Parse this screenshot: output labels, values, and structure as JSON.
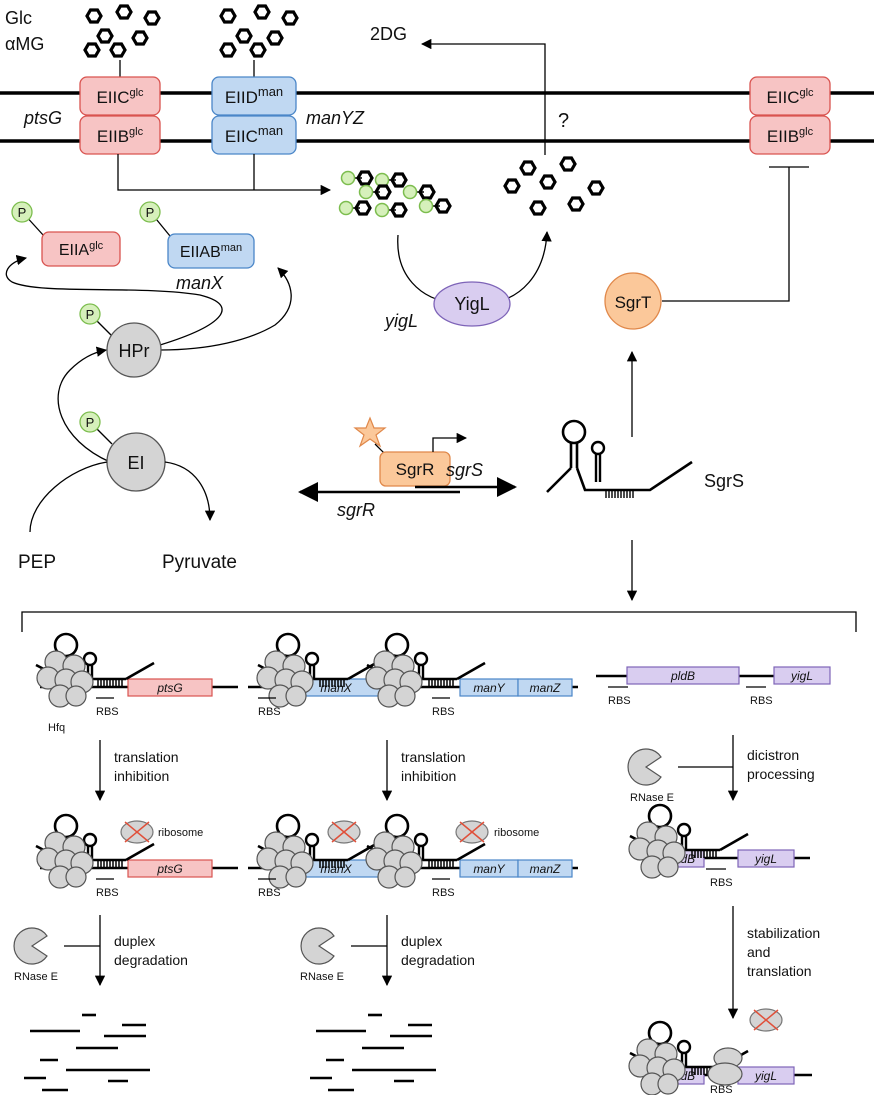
{
  "colors": {
    "glc": "#f7c4c4",
    "glc_stroke": "#d9534f",
    "man": "#c0d8f2",
    "man_stroke": "#4a86c8",
    "yigl": "#d9cdf0",
    "yigl_stroke": "#7e64b8",
    "sgrt": "#fbc89a",
    "sgrt_stroke": "#e0884a",
    "phos": "#d6f0bb",
    "phos_stroke": "#7cbd4e",
    "grey": "#d4d4d4",
    "grey_stroke": "#555555",
    "cross": "#e0503a"
  },
  "top": {
    "glc_label": "Glc",
    "amg_label": "αMG",
    "dg_label": "2DG",
    "question": "?"
  },
  "membrane": {
    "eiic_glc_base": "EIIC",
    "eiic_glc_sup": "glc",
    "eiib_glc_base": "EIIB",
    "eiib_glc_sup": "glc",
    "eiid_man_base": "EIID",
    "eiid_man_sup": "man",
    "eiic_man_base": "EIIC",
    "eiic_man_sup": "man",
    "ptsg_gene": "ptsG",
    "manyz_gene": "manYZ",
    "eiic_glc2_base": "EIIC",
    "eiic_glc2_sup": "glc",
    "eiib_glc2_base": "EIIB",
    "eiib_glc2_sup": "glc"
  },
  "pts": {
    "p": "P",
    "eiia_base": "EIIA",
    "eiia_sup": "glc",
    "eiiab_base": "EIIAB",
    "eiiab_sup": "man",
    "manx_gene": "manX",
    "hpr": "HPr",
    "ei": "EI",
    "pep": "PEP",
    "pyruvate": "Pyruvate"
  },
  "center": {
    "yigl_protein": "YigL",
    "yigl_gene": "yigL",
    "sgrt": "SgrT",
    "sgrr_protein": "SgrR",
    "sgrs_gene": "sgrS",
    "sgrr_gene": "sgrR",
    "sgrs_label": "SgrS"
  },
  "bottom": {
    "ptsg": "ptsG",
    "manx": "manX",
    "many": "manY",
    "manz": "manZ",
    "pldb": "pldB",
    "pldb_cut": "'pldB",
    "yigl": "yigL",
    "rbs": "RBS",
    "hfq": "Hfq",
    "ribosome": "ribosome",
    "rnase": "RNase E",
    "translation": "translation",
    "inhibition": "inhibition",
    "dicistron": "dicistron",
    "processing": "processing",
    "duplex": "duplex",
    "degradation": "degradation",
    "stabilization": "stabilization",
    "and": "and"
  }
}
